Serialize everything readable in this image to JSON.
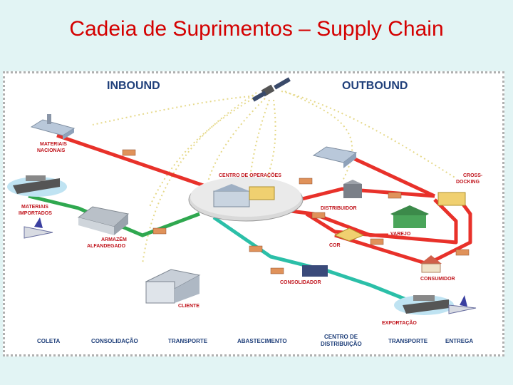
{
  "title": "Cadeia de Suprimentos – Supply Chain",
  "headers": {
    "inbound": "INBOUND",
    "outbound": "OUTBOUND"
  },
  "nodes": {
    "materiais_nacionais": [
      "MATERIAIS",
      "NACIONAIS"
    ],
    "materiais_importados": [
      "MATERIAIS",
      "IMPORTADOS"
    ],
    "armazem": [
      "ARMAZÉM",
      "ALFANDEGADO"
    ],
    "centro_operacoes": "CENTRO DE OPERAÇÕES",
    "cliente": "CLIENTE",
    "distribuidor": "DISTRIBUIDOR",
    "cross_docking": [
      "CROSS-",
      "DOCKING"
    ],
    "varejo": "VAREJO",
    "cor": "COR",
    "consumidor": "CONSUMIDOR",
    "consolidador": "CONSOLIDADOR",
    "exportacao": "EXPORTAÇÃO"
  },
  "stages": {
    "coleta": "COLETA",
    "consolidacao": "CONSOLIDAÇÃO",
    "transporte1": "TRANSPORTE",
    "abastecimento": "ABASTECIMENTO",
    "centro_distribuicao": [
      "CENTRO DE",
      "DISTRIBUIÇÃO"
    ],
    "transporte2": "TRANSPORTE",
    "entrega": "ENTREGA"
  },
  "colors": {
    "red_flow": "#e8312a",
    "green_flow": "#2fa84f",
    "teal_flow": "#2bbfa8",
    "label_red": "#c0141c",
    "header_blue": "#1f3f7a"
  }
}
